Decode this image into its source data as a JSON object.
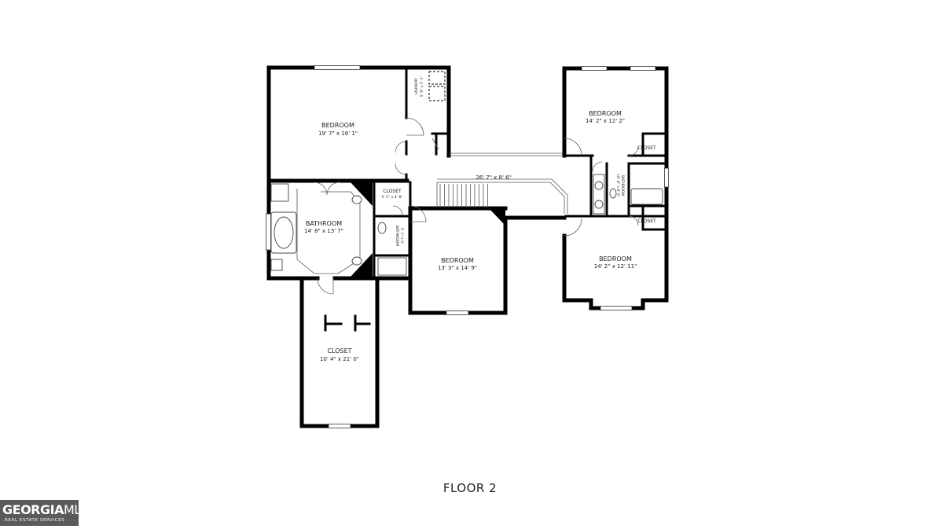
{
  "floor_label": "FLOOR 2",
  "logo": {
    "brand_bold": "GEORGIA",
    "brand_light": "MLS",
    "tagline": "REAL ESTATE SERVICES"
  },
  "rooms": {
    "bedroom_main": {
      "name": "BEDROOM",
      "dims": "19' 7\" x 16' 1\""
    },
    "laundry": {
      "name": "LAUNDRY",
      "dims": "5' 9\" x 5' 1\""
    },
    "closet_small": {
      "name": "CLOSET",
      "dims": "5' 1\" x 4' 8\""
    },
    "bathroom_main": {
      "name": "BATHROOM",
      "dims": "14' 8\" x 13' 7\""
    },
    "bathroom_small": {
      "name": "BATHROOM",
      "dims": "5' 1\" x 5'"
    },
    "closet_walkin": {
      "name": "CLOSET",
      "dims": "10' 4\" x 21' 0\""
    },
    "bedroom_center": {
      "name": "BEDROOM",
      "dims": "13' 3\" x 14' 9\""
    },
    "hall": {
      "dims": "26' 7\" x 8' 6\""
    },
    "bedroom_top_right": {
      "name": "BEDROOM",
      "dims": "14' 2\" x 12' 2\""
    },
    "closet_right_top": {
      "name": "CLOSET"
    },
    "bathroom_right": {
      "name": "BATHROOM",
      "dims": "10' 4\" x 8' 5\""
    },
    "closet_right_bottom": {
      "name": "CLOSET"
    },
    "bedroom_bottom_right": {
      "name": "BEDROOM",
      "dims": "14' 2\" x 12' 11\""
    }
  }
}
